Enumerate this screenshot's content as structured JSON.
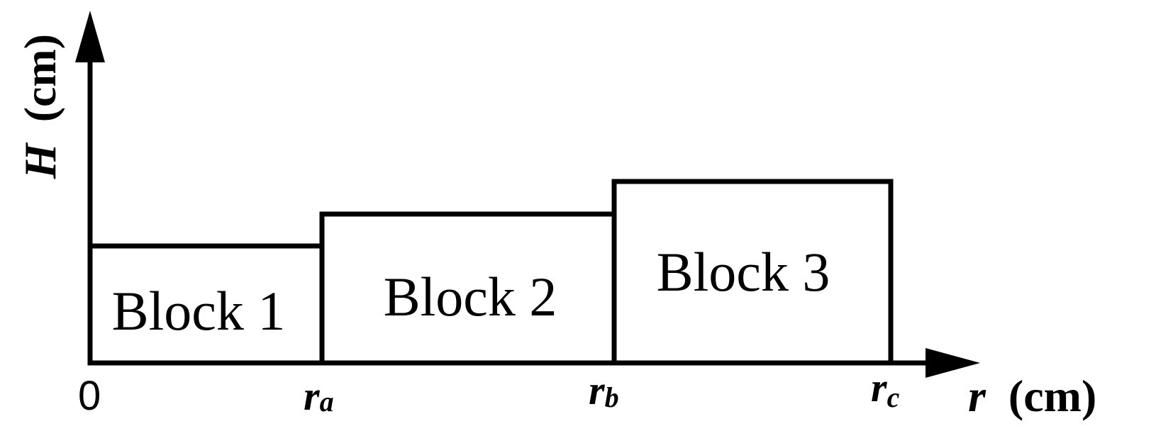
{
  "blocks": [
    {
      "label": "Block 1"
    },
    {
      "label": "Block 2"
    },
    {
      "label": "Block 3"
    }
  ],
  "axes": {
    "y_label_var": "H",
    "y_label_unit": "(cm)",
    "x_label_var": "r",
    "x_label_unit": "(cm)"
  },
  "ticks": {
    "origin": "0",
    "ra_main": "r",
    "ra_sub": "a",
    "rb_main": "r",
    "rb_sub": "b",
    "rc_main": "r",
    "rc_sub": "c"
  }
}
